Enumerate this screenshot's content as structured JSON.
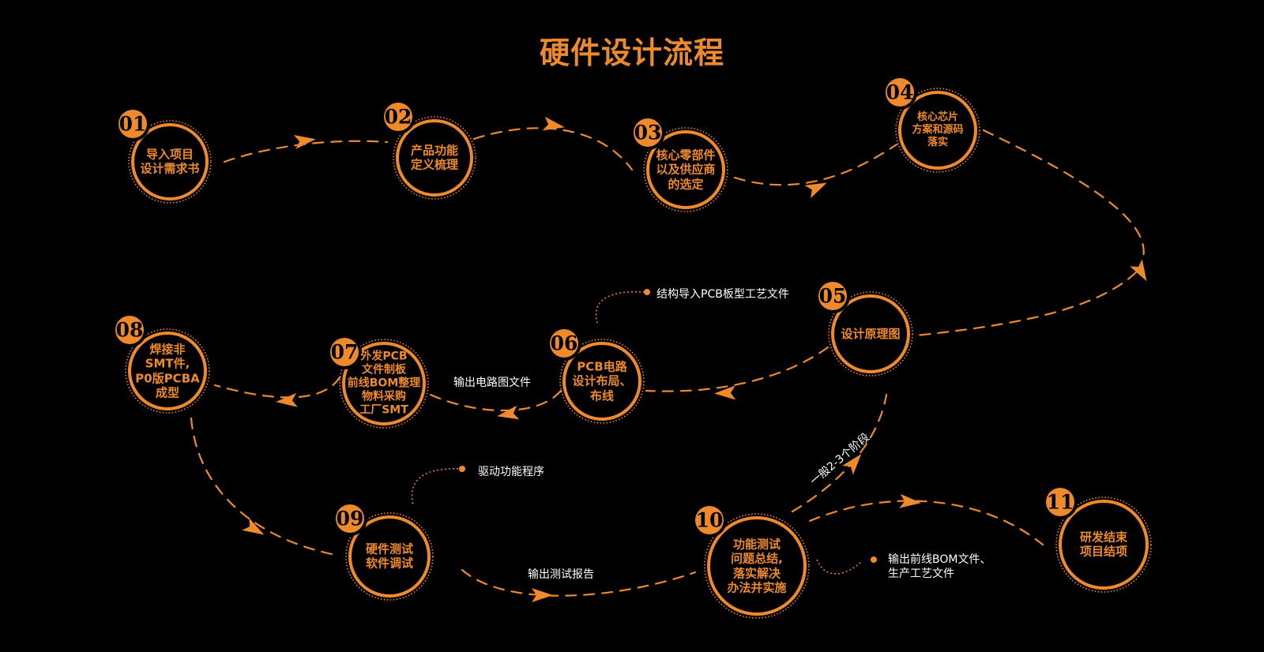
{
  "title": "硬件设计流程",
  "colors": {
    "accent": "#ee8a2c",
    "background": "#000000",
    "annotation": "#ffffff"
  },
  "nodes": [
    {
      "num": "01",
      "lines": [
        "导入项目",
        "设计需求书"
      ]
    },
    {
      "num": "02",
      "lines": [
        "产品功能",
        "定义梳理"
      ]
    },
    {
      "num": "03",
      "lines": [
        "核心零部件",
        "以及供应商",
        "的选定"
      ]
    },
    {
      "num": "04",
      "lines": [
        "核心芯片",
        "方案和源码",
        "落实"
      ]
    },
    {
      "num": "05",
      "lines": [
        "设计原理图"
      ]
    },
    {
      "num": "06",
      "lines": [
        "PCB电路",
        "设计布局、",
        "布线"
      ]
    },
    {
      "num": "07",
      "lines": [
        "外发PCB",
        "文件制板",
        "前线BOM整理",
        "物料采购",
        "工厂SMT"
      ]
    },
    {
      "num": "08",
      "lines": [
        "焊接非",
        "SMT件,",
        "P0版PCBA",
        "成型"
      ]
    },
    {
      "num": "09",
      "lines": [
        "硬件测试",
        "软件调试"
      ]
    },
    {
      "num": "10",
      "lines": [
        "功能测试",
        "问题总结,",
        "落实解决",
        "办法并实施"
      ]
    },
    {
      "num": "11",
      "lines": [
        "研发结束",
        "项目结项"
      ]
    }
  ],
  "annotations": {
    "pcb_structure": "结构导入PCB板型工艺文件",
    "circuit_output": "输出电路图文件",
    "driver": "驱动功能程序",
    "test_report": "输出测试报告",
    "stages": "一般2-3个阶段",
    "bom_output_lines": [
      "输出前线BOM文件、",
      "生产工艺文件"
    ]
  }
}
